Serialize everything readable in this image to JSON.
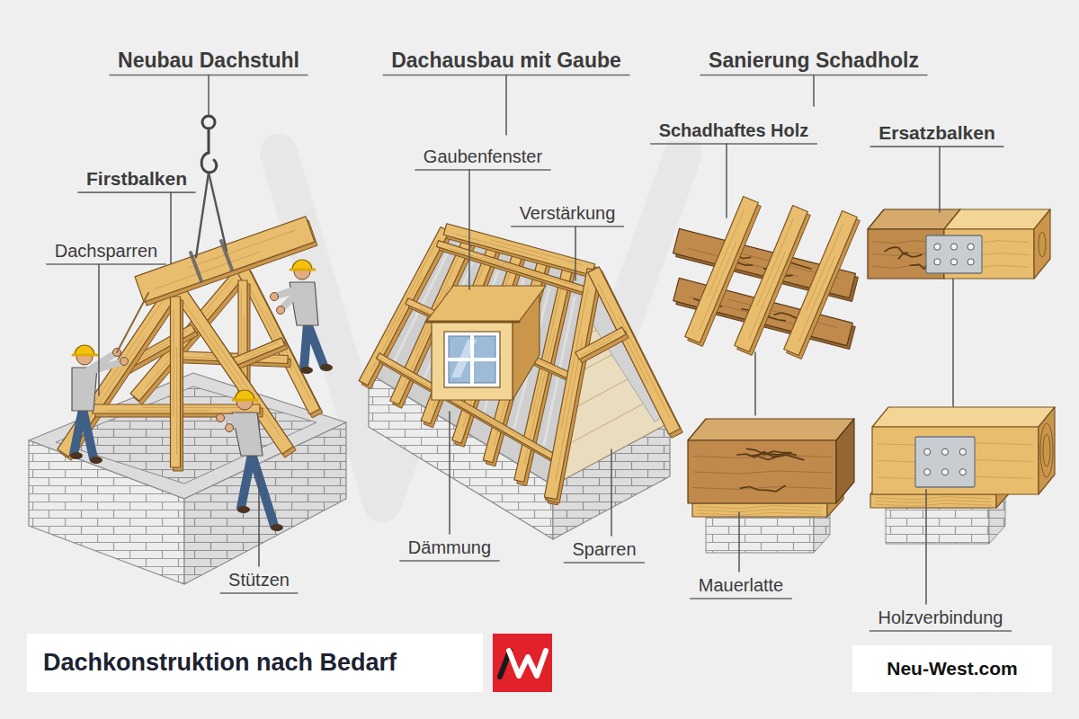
{
  "diagram": {
    "nodes": [
      {
        "text": [
          "Dachkonstruktion nach Bedarf"
        ]
      },
      {
        "text": [
          "Neu-West.com"
        ]
      }
    ],
    "labels": [
      "Neubau Dachstuhl",
      "Dachausbau mit Gaube",
      "Sanierung Schadholz",
      "Firstbalken",
      "Gaubenfenster",
      "Schadhaftes Holz",
      "Ersatzbalken",
      "Verstärkung",
      "Dachsparren",
      "Dämmung",
      "Sparren",
      "Stützen",
      "Mauerlatte",
      "Holzverbindung"
    ]
  }
}
